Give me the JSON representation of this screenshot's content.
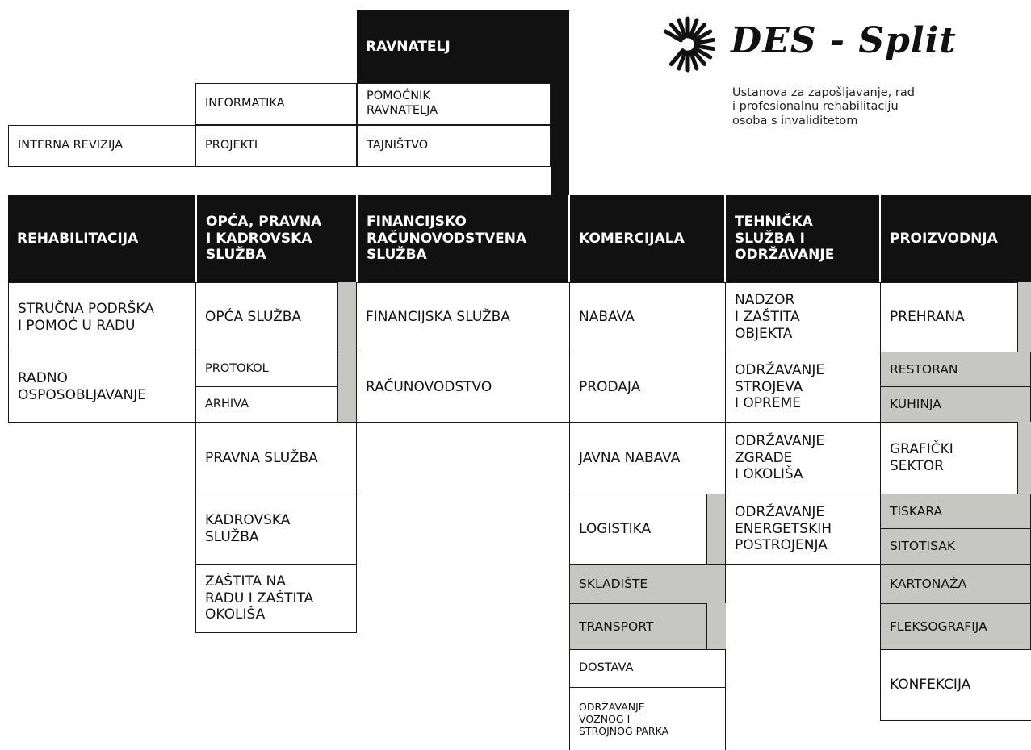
{
  "logo": {
    "title": "DES - Split",
    "subtitle": "Ustanova za zapošljavanje, rad\ni profesionalnu rehabilitaciju\nosoba s invaliditetom"
  },
  "top": {
    "director": "RAVNATELJ",
    "assistant": "POMOĆNIK\nRAVNATELJA",
    "secretariat": "TAJNIŠTVO",
    "it": "INFORMATIKA",
    "projects": "PROJEKTI",
    "audit": "INTERNA REVIZIJA"
  },
  "departments": [
    "REHABILITACIJA",
    "OPĆA, PRAVNA\nI KADROVSKA\nSLUŽBA",
    "FINANCIJSKO\nRAČUNOVODSTVENA\nSLUŽBA",
    "KOMERCIJALA",
    "TEHNIČKA\nSLUŽBA I\nODRŽAVANJE",
    "PROIZVODNJA"
  ],
  "rehabilitacija": [
    "STRUČNA PODRŠKA\nI POMOĆ U RADU",
    "RADNO\nOSPOSOBLJAVANJE"
  ],
  "opca": {
    "opca_sluzba": "OPĆA SLUŽBA",
    "protokol": "PROTOKOL",
    "arhiva": "ARHIVA",
    "pravna": "PRAVNA SLUŽBA",
    "kadrovska": "KADROVSKA\nSLUŽBA",
    "zastita": "ZAŠTITA NA\nRADU I ZAŠTITA\nOKOLIŠA"
  },
  "financije": [
    "FINANCIJSKA SLUŽBA",
    "RAČUNOVODSTVO"
  ],
  "komercijala": {
    "nabava": "NABAVA",
    "prodaja": "PRODAJA",
    "javna_nabava": "JAVNA NABAVA",
    "logistika": "LOGISTIKA",
    "skladiste": "SKLADIŠTE",
    "transport": "TRANSPORT",
    "dostava": "DOSTAVA",
    "vozni_park": "ODRŽAVANJE\nVOZNOG I\nSTROJNOG PARKA"
  },
  "tehnicka": [
    "NADZOR\nI ZAŠTITA\nOBJEKTA",
    "ODRŽAVANJE\nSTROJEVA\nI OPREME",
    "ODRŽAVANJE\nZGRADE\nI OKOLIŠA",
    "ODRŽAVANJE\nENERGETSKIH\nPOSTROJENJA"
  ],
  "proizvodnja": {
    "prehrana": "PREHRANA",
    "restoran": "RESTORAN",
    "kuhinja": "KUHINJA",
    "graficki": "GRAFIČKI\nSEKTOR",
    "tiskara": "TISKARA",
    "sitotisak": "SITOTISAK",
    "kartonaza": "KARTONAŽA",
    "fleksografija": "FLEKSOGRAFIJA",
    "konfekcija": "KONFEKCIJA"
  },
  "colors": {
    "header_bg": "#111111",
    "sub_unit_bg": "#c6c6c3",
    "line": "#1a1a1a"
  }
}
